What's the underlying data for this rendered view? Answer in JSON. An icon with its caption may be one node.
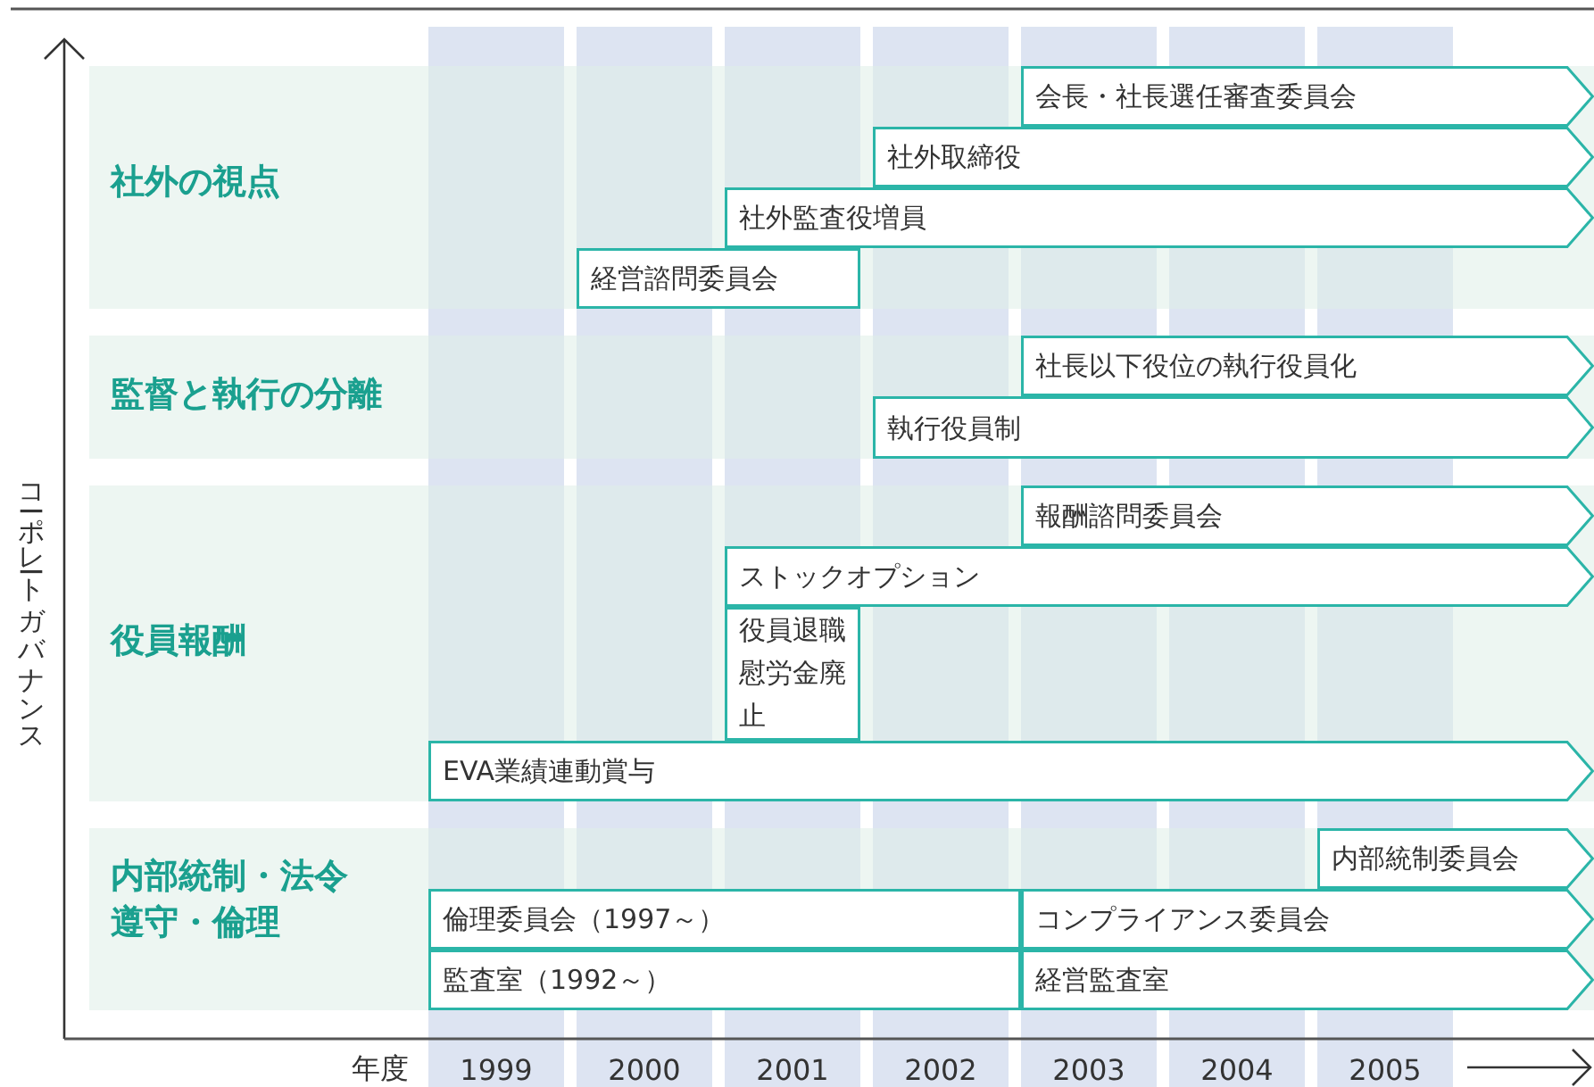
{
  "diagram": {
    "nodes": [
      {
        "text": [
          "社外の視点"
        ]
      },
      {
        "text": [
          "会長・社長選任審査委員会"
        ],
        "in": 0
      },
      {
        "text": [
          "社外取締役"
        ],
        "in": 0
      },
      {
        "text": [
          "社外監査役増員"
        ],
        "in": 0
      },
      {
        "text": [
          "経営諮問委員会"
        ],
        "in": 0
      },
      {
        "text": [
          "監督と執行の分離"
        ]
      },
      {
        "text": [
          "社長以下役位の執行役員化"
        ],
        "in": 5
      },
      {
        "text": [
          "執行役員制"
        ],
        "in": 5
      },
      {
        "text": [
          "役員報酬"
        ]
      },
      {
        "text": [
          "報酬諮問委員会"
        ],
        "in": 8
      },
      {
        "text": [
          "ストックオプション"
        ],
        "in": 8
      },
      {
        "text": [
          "役員退職慰労金廃止"
        ],
        "in": 8
      },
      {
        "text": [
          "EVA業績連動賞与"
        ],
        "in": 8
      },
      {
        "text": [
          "内部統制・法令遵守・倫理"
        ]
      },
      {
        "text": [
          "内部統制委員会"
        ],
        "in": 13
      },
      {
        "text": [
          "倫理委員会（1997～）"
        ],
        "in": 13
      },
      {
        "text": [
          "コンプライアンス委員会"
        ],
        "in": 13
      },
      {
        "text": [
          "監査室（1992～）"
        ],
        "in": 13
      },
      {
        "text": [
          "経営監査室"
        ],
        "in": 13
      }
    ],
    "edges": [],
    "labels": [
      "コーポレートガバナンス",
      "年度",
      "1999",
      "2000",
      "2001",
      "2002",
      "2003",
      "2004",
      "2005"
    ]
  }
}
